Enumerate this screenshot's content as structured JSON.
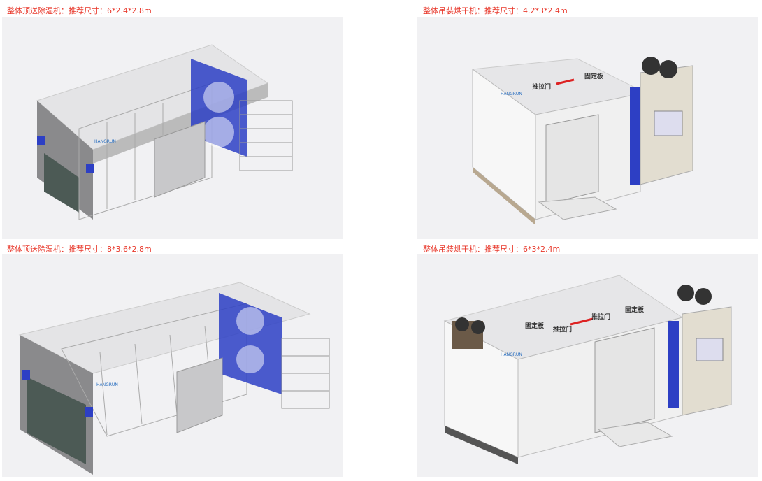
{
  "products": [
    {
      "caption": "整体顶送除湿机：推荐尺寸：6*2.4*2.8m",
      "brand": "HANGRUN"
    },
    {
      "caption": "整体吊装烘干机：推荐尺寸：4.2*3*2.4m",
      "brand": "HANGRUN",
      "sliding_door": "推拉门",
      "fixed_panel": "固定板"
    },
    {
      "caption": "整体顶送除湿机：推荐尺寸：8*3.6*2.8m",
      "brand": "HANGRUN"
    },
    {
      "caption": "整体吊装烘干机：推荐尺寸：6*3*2.4m",
      "brand": "HANGRUN",
      "sliding_door": "推拉门",
      "fixed_panel": "固定板"
    }
  ],
  "colors": {
    "caption": "#e8382b",
    "panel_bg": "#f1f1f3",
    "fan_blue": "#2d3fc4"
  }
}
